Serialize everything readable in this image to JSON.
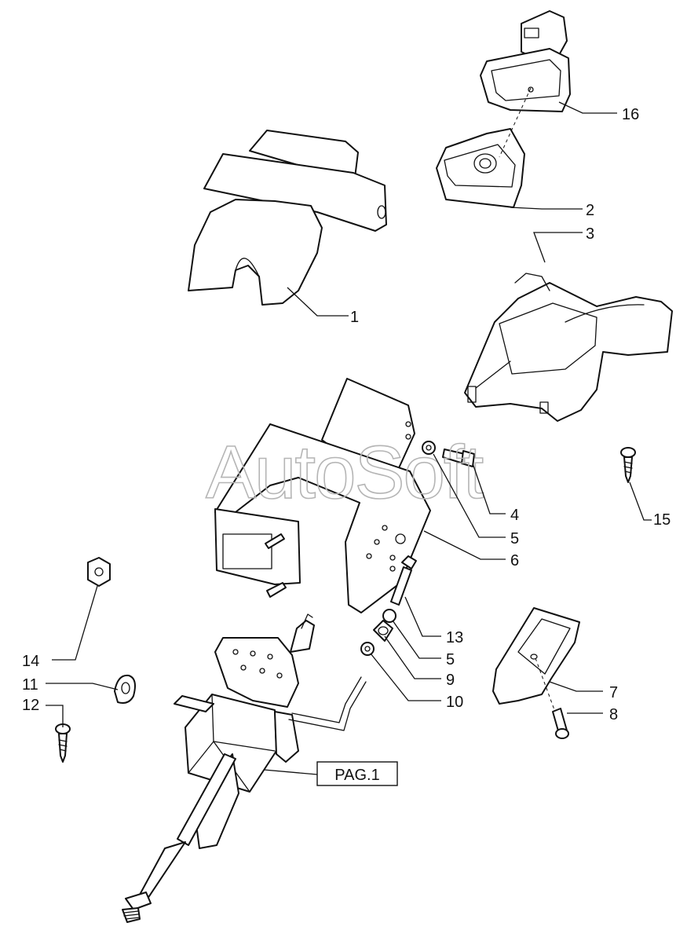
{
  "watermark": "AutoSoft",
  "callouts": {
    "c1": "1",
    "c2": "2",
    "c3": "3",
    "c4": "4",
    "c5a": "5",
    "c6": "6",
    "c13": "13",
    "c5b": "5",
    "c9": "9",
    "c10": "10",
    "c7": "7",
    "c8": "8",
    "c15": "15",
    "c14": "14",
    "c11": "11",
    "c12": "12",
    "c16": "16"
  },
  "reference": {
    "label": "PAG.1"
  },
  "colors": {
    "line": "#111111",
    "watermark": "#b5b5b5",
    "background": "#ffffff"
  }
}
